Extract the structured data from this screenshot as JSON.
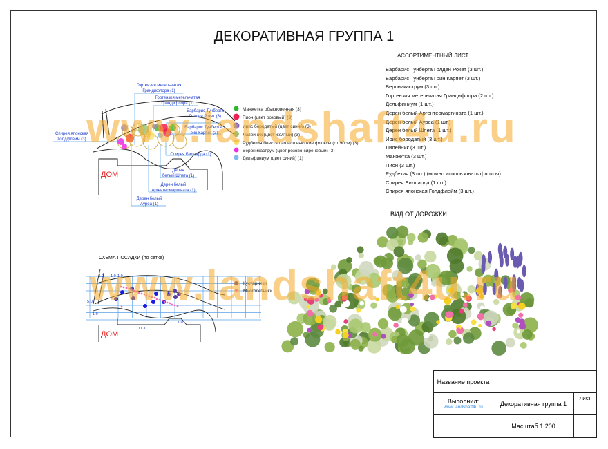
{
  "title": "ДЕКОРАТИВНАЯ ГРУППА 1",
  "watermark": "www.landshaft4u.ru",
  "assortment": {
    "heading": "АССОРТИМЕНТНЫЙ ЛИСТ",
    "items": [
      "Барбарис Тунберга Голден Рокет (3 шт.)",
      "Барбарис Тунберга Грин Карпет (3 шт.)",
      "Вероникаструм (3 шт.)",
      "Гортензия метельчатая Грандифлора (2 шт.)",
      "Дельфиниум (1 шт.)",
      "Дерен белый Аргентеомаргината (1 шт.)",
      "Дерен белый Ауреа (1 шт.)",
      "Дерен белый Шпета (1 шт.)",
      "Ирис бородатый (3 шт.)",
      "Лилейник (3 шт.)",
      "Манжетка (3 шт.)",
      "Пион (3 шт.)",
      "Рудбекия (3 шт.) (можно использовать флоксы)",
      "Спирея Билларда (1 шт.)",
      "Спирея японская Голдфлейм (3 шт.)"
    ]
  },
  "plan": {
    "house_label": "ДОМ",
    "labels": {
      "hortensia1": [
        "Гортензия метельчатая",
        "Грандифлора (1)"
      ],
      "hortensia2": [
        "Гортензия метельчатая",
        "Грандифлора (1)"
      ],
      "barberry_gold": [
        "Барбарис Тунберга",
        "Голден Рокет (3)"
      ],
      "barberry_green": [
        "Барбарис Тунберга",
        "Грин Карпет (3)"
      ],
      "spirea_jap": [
        "Спирея японская",
        "Голдфлейм (3)"
      ],
      "spirea_bill": "Спирея Билларда (1)",
      "deren_shpeta": [
        "Дерен",
        "белый Шпета (1)"
      ],
      "deren_arg": [
        "Дерен белый",
        "Аргентеомаргината (1)"
      ],
      "deren_aurea": [
        "Дерен белый",
        "Ауреа (1)"
      ]
    },
    "legend": [
      {
        "label": "Манжетка обыкновенная (3)",
        "color": "#2db52d"
      },
      {
        "label": "Пион (цвет розовый) (3)",
        "color": "#f02050"
      },
      {
        "label": "Ирис бородатый (цвет синий) (3)",
        "color": "#a08aa8"
      },
      {
        "label": "Лилейник (цвет желтый) (3)",
        "color": "#9cc070"
      },
      {
        "label": "Рудбекия блестящая или высокие флоксы (от 90см) (3)",
        "color": "#f4e070"
      },
      {
        "label": "Вероникаструм (цвет розово-сиреневый) (3)",
        "color": "#f02ce0"
      },
      {
        "label": "Дельфиниум (цвет синий) (1)",
        "color": "#80b8f0"
      }
    ]
  },
  "scheme": {
    "title": "СХЕМА ПОСАДКИ (по сетке)",
    "house_label": "ДОМ",
    "dims": [
      "1.3",
      "1.0",
      "1.0",
      "1.0",
      "5.0",
      "1.0",
      "11.3",
      "1.0"
    ],
    "legend": [
      {
        "label": "Кустарники",
        "color": "#5a3aa0"
      },
      {
        "label": "Многолетники",
        "color": "#f070c0"
      }
    ]
  },
  "view_title": "ВИД ОТ ДОРОЖКИ",
  "title_block": {
    "project_name_label": "Название проекта",
    "project_name_value": "",
    "author_label": "Выполнил:",
    "author_link": "www.landshaft4u.ru",
    "drawing_name": "Декоративная группа 1",
    "sheet_label": "лист",
    "sheet_value": "",
    "scale": "Масштаб 1:200"
  }
}
